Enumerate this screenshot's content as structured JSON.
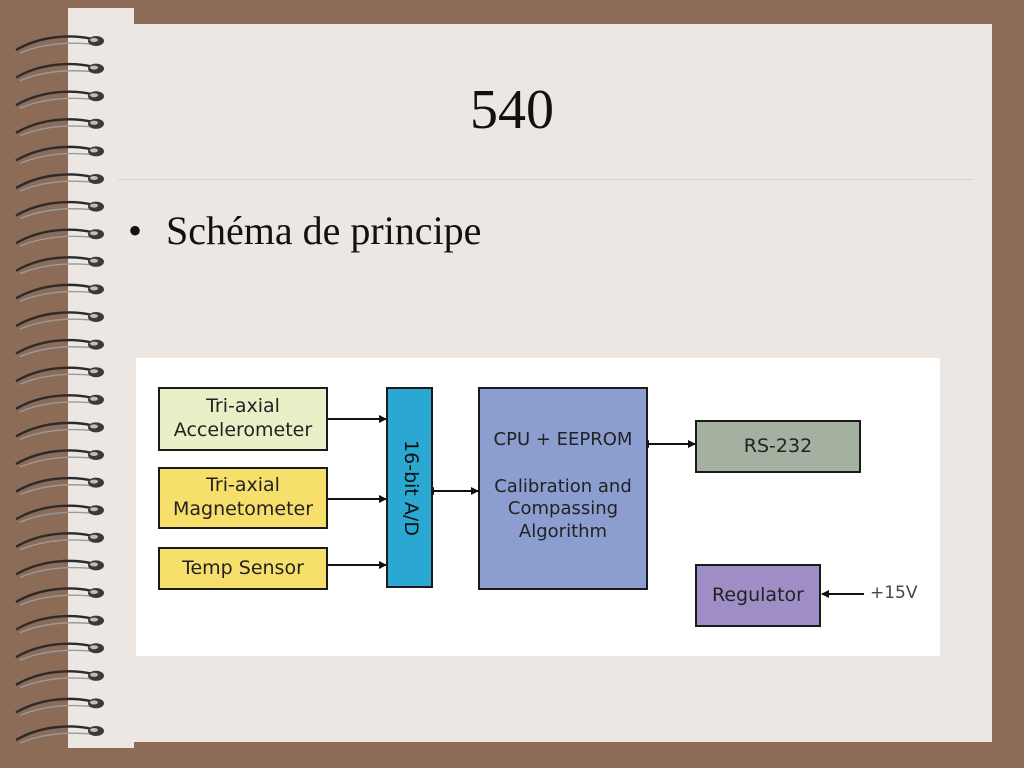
{
  "slide": {
    "title": "540",
    "bullet": "Schéma de principe"
  },
  "diagram": {
    "accelerometer": {
      "line1": "Tri-axial",
      "line2": "Accelerometer"
    },
    "magnetometer": {
      "line1": "Tri-axial",
      "line2": "Magnetometer"
    },
    "temp_sensor": "Temp Sensor",
    "adc": "16-bit A/D",
    "cpu": {
      "line1": "CPU  +  EEPROM",
      "line2": "Calibration and",
      "line3": "Compassing",
      "line4": "Algorithm"
    },
    "rs232": "RS-232",
    "regulator": "Regulator",
    "supply": "+15V"
  },
  "colors": {
    "background_frame": "#8c6b57",
    "slide": "#ece7e3",
    "accelerometer": "#ebefc8",
    "magnetometer": "#f7df6c",
    "temp_sensor": "#f7df6c",
    "adc": "#2aa8d2",
    "cpu": "#8c9ed0",
    "rs232": "#a4b0a0",
    "regulator": "#9f8ec6"
  }
}
